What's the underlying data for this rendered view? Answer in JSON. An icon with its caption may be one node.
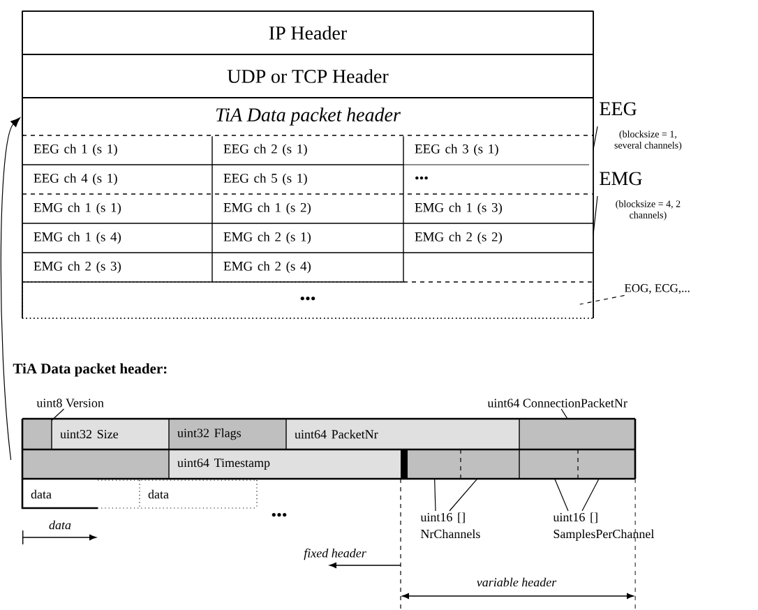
{
  "diagram": {
    "nodes": [
      {
        "text": [
          "IP Header"
        ]
      },
      {
        "text": [
          "UDP or TCP Header"
        ]
      },
      {
        "text": [
          "TiA Data packet header"
        ]
      },
      {
        "text": [
          "EEG ch 1 (s 1)"
        ]
      },
      {
        "text": [
          "EEG ch 2 (s 1)"
        ]
      },
      {
        "text": [
          "EEG ch 3 (s 1)"
        ]
      },
      {
        "text": [
          "EEG ch 4 (s 1)"
        ]
      },
      {
        "text": [
          "EEG ch 5 (s 1)"
        ]
      },
      {
        "text": [
          "•••"
        ]
      },
      {
        "text": [
          "EMG ch 1 (s 1)"
        ]
      },
      {
        "text": [
          "EMG ch 1 (s 2)"
        ]
      },
      {
        "text": [
          "EMG ch 1 (s 3)"
        ]
      },
      {
        "text": [
          "EMG ch 1 (s 4)"
        ]
      },
      {
        "text": [
          "EMG ch 2 (s 1)"
        ]
      },
      {
        "text": [
          "EMG ch 2 (s 2)"
        ]
      },
      {
        "text": [
          "EMG ch 2 (s 3)"
        ]
      },
      {
        "text": [
          "EMG ch 2 (s 4)"
        ]
      },
      {
        "text": [
          "•••"
        ]
      },
      {
        "text": [
          "EEG",
          "(blocksize = 1, several channels)"
        ]
      },
      {
        "text": [
          "EMG",
          "(blocksize = 4, 2 channels)"
        ]
      },
      {
        "text": [
          "EOG, ECG,..."
        ]
      },
      {
        "text": [
          "uint8 Version"
        ]
      },
      {
        "text": [],
        "shape": "box"
      },
      {
        "text": [
          "uint32 Size"
        ]
      },
      {
        "text": [
          "uint32 Flags"
        ]
      },
      {
        "text": [
          "uint64 PacketNr"
        ]
      },
      {
        "text": [
          "uint64 ConnectionPacketNr"
        ]
      },
      {
        "text": [],
        "shape": "box"
      },
      {
        "text": [],
        "shape": "box"
      },
      {
        "text": [
          "uint64 Timestamp"
        ]
      },
      {
        "text": [],
        "shape": "box"
      },
      {
        "text": [],
        "shape": "box"
      },
      {
        "text": [],
        "shape": "box"
      },
      {
        "text": [],
        "shape": "box"
      },
      {
        "text": [
          "data"
        ]
      },
      {
        "text": [
          "data"
        ]
      },
      {
        "text": [
          "uint16 [] NrChannels"
        ]
      },
      {
        "text": [
          "uint16 [] SamplesPerChannel"
        ]
      }
    ],
    "edges": [
      {
        "from": 18,
        "to": null,
        "arrow": "none"
      },
      {
        "from": 19,
        "to": null,
        "arrow": "none"
      },
      {
        "from": 20,
        "to": 17,
        "arrow": "none",
        "style": "dashed"
      },
      {
        "from": 21,
        "to": 22,
        "arrow": "none"
      },
      {
        "from": 26,
        "to": 27,
        "arrow": "none"
      },
      {
        "from": 36,
        "to": 30,
        "arrow": "none"
      },
      {
        "from": 36,
        "to": 31,
        "arrow": "none"
      },
      {
        "from": 37,
        "to": 32,
        "arrow": "none"
      },
      {
        "from": 37,
        "to": 33,
        "arrow": "none"
      },
      {
        "from": 28,
        "to": 2,
        "arrow": "to"
      }
    ],
    "labels": [
      "TiA Data packet header:",
      "•••",
      "data",
      "fixed header",
      "variable header"
    ]
  }
}
